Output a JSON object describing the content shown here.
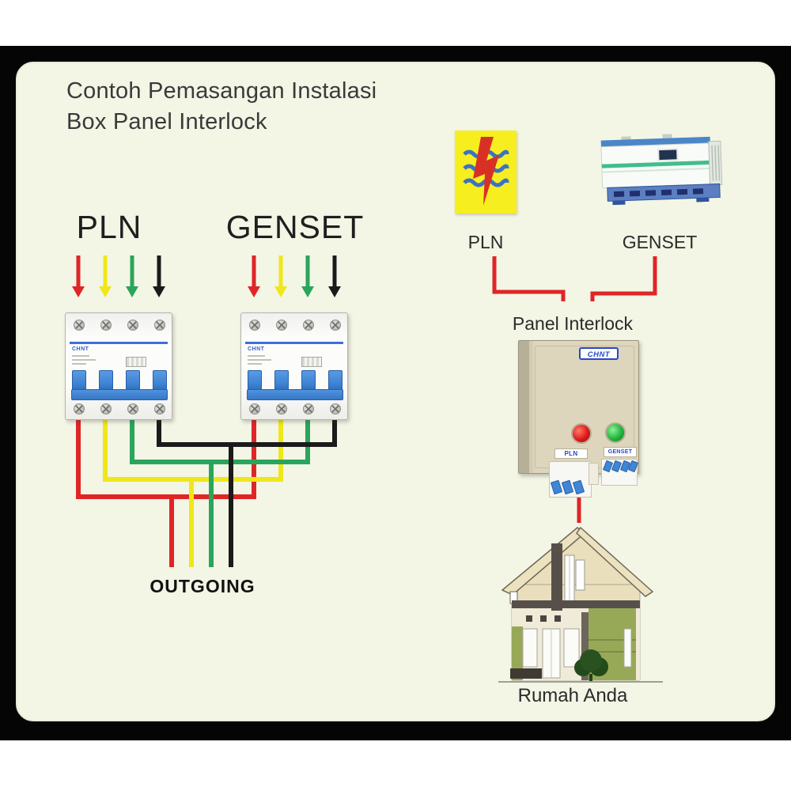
{
  "title": {
    "line1": "Contoh Pemasangan Instalasi",
    "line2": "Box Panel Interlock"
  },
  "incoming": {
    "pln": "PLN",
    "genset": "GENSET",
    "outgoing": "OUTGOING"
  },
  "breaker": {
    "brand": "CHNT",
    "poles": 4
  },
  "sources": {
    "pln": "PLN",
    "genset": "GENSET"
  },
  "panel": {
    "caption": "Panel Interlock",
    "brand": "CHNT",
    "switch_pln": "PLN",
    "switch_genset": "GENSET"
  },
  "house": {
    "caption": "Rumah Anda"
  },
  "colors": {
    "card_background": "#f3f5e5",
    "frame_black": "#050505",
    "phase_red": "#df2526",
    "phase_yellow": "#efe71a",
    "phase_green": "#2aa55c",
    "phase_black": "#1b1b1b",
    "breaker_blue": "#3f86d6",
    "pln_yellow": "#f6ee1f",
    "pln_bolt_red": "#d93025",
    "pln_wave_blue": "#3a72c8",
    "panel_beige": "#ddd6bd",
    "indicator_red": "#dd1a1a",
    "indicator_green": "#22b43c",
    "house_green": "#97a957",
    "brand_blue": "#2a47c8"
  }
}
